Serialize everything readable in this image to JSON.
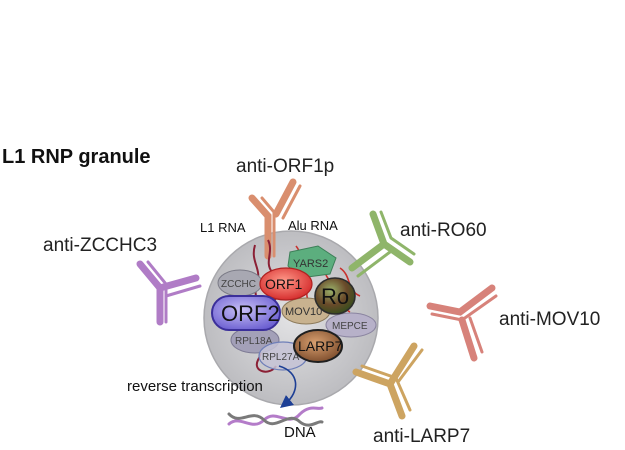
{
  "title": "L1 RNP granule",
  "rna_labels": {
    "l1_rna": "L1 RNA",
    "alu_rna": "Alu RNA"
  },
  "proteins": {
    "orf1": "ORF1",
    "orf2": "ORF2",
    "ro": "Ro",
    "larp7": "LARP7",
    "mov10": "MOV10",
    "mepce": "MEPCE",
    "yars2": "YARS2",
    "zcchc": "ZCCHC",
    "rpl18a": "RPL18A",
    "rpl27a": "RPL27A"
  },
  "antibodies": {
    "orf1p": "anti-ORF1p",
    "ro60": "anti-RO60",
    "zcchc3": "anti-ZCCHC3",
    "mov10": "anti-MOV10",
    "larp7": "anti-LARP7"
  },
  "process": {
    "reverse_transcription": "reverse transcription",
    "dna": "DNA"
  },
  "colors": {
    "granule_fill": "#cfcfd1",
    "antibody_orf1p": "#d98e6e",
    "antibody_ro60": "#8fb56a",
    "antibody_zcchc3": "#b07cc6",
    "antibody_mov10": "#d7827a",
    "antibody_larp7": "#cda461",
    "orf1": "#e24a4a",
    "orf2": "#7b6fd6",
    "ro": "#556b2f",
    "larp7": "#8a5a3a",
    "yars2": "#5cae7e",
    "mov10": "#c8b28f",
    "mepce": "#b7b1c9",
    "dna_strand_a": "#b47cc9",
    "dna_strand_b": "#7a7a7a",
    "arrow": "#1d3f95"
  }
}
